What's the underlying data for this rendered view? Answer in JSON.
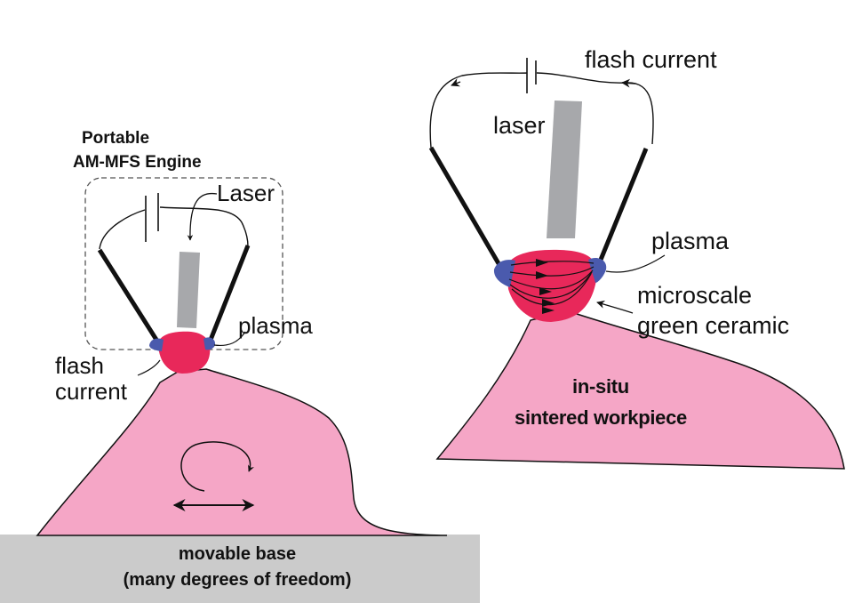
{
  "figure": {
    "left_panel": {
      "title_line1": "Portable",
      "title_line2": "AM-MFS Engine",
      "laser_label": "Laser",
      "plasma_label": "plasma",
      "flash_current_line1": "flash",
      "flash_current_line2": "current",
      "base_line1": "movable base",
      "base_line2": "(many degrees of freedom)"
    },
    "right_panel": {
      "flash_current_label": "flash current",
      "laser_label": "laser",
      "plasma_label": "plasma",
      "ceramic_line1": "microscale",
      "ceramic_line2": "green ceramic",
      "workpiece_line1": "in-situ",
      "workpiece_line2": "sintered workpiece"
    },
    "colors": {
      "workpiece_pink": "#f5a6c6",
      "melt_red": "#e8285a",
      "plasma_blue": "#4a5aad",
      "laser_gray": "#a7a8ab",
      "base_gray": "#cbcbcb",
      "line_black": "#111111"
    }
  }
}
